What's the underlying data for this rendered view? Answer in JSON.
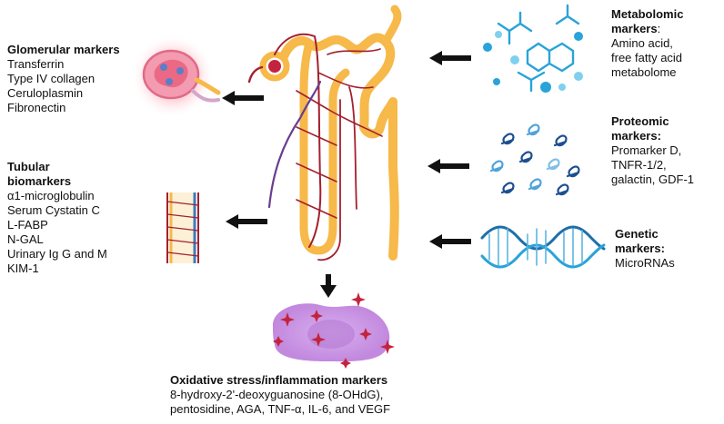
{
  "glomerular": {
    "title": "Glomerular markers",
    "items": [
      "Transferrin",
      "Type IV collagen",
      "Ceruloplasmin",
      "Fibronectin"
    ]
  },
  "tubular": {
    "title_line1": "Tubular",
    "title_line2": "biomarkers",
    "items": [
      "α1-microglobulin",
      "Serum Cystatin C",
      "L-FABP",
      "N-GAL",
      "Urinary Ig G and M",
      "KIM-1"
    ]
  },
  "metabolomic": {
    "title_line1": "Metabolomic",
    "title_line2": "markers",
    "title_colon": ":",
    "items": [
      "Amino acid,",
      "free fatty acid",
      "metabolome"
    ]
  },
  "proteomic": {
    "title_line1": "Proteomic",
    "title_line2": "markers:",
    "items": [
      "Promarker D,",
      "TNFR-1/2,",
      "galactin, GDF-1"
    ]
  },
  "genetic": {
    "title_line1": "Genetic",
    "title_line2": "markers:",
    "items": [
      "MicroRNAs"
    ]
  },
  "oxidative": {
    "title": "Oxidative stress/inflammation markers",
    "line1": "8-hydroxy-2'-deoxyguanosine (8-OHdG),",
    "line2": "pentosidine, AGA, TNF-α, IL-6, and VEGF"
  },
  "colors": {
    "tubule": "#f6b94a",
    "vessel": "#a3202e",
    "vein": "#6a3d8f",
    "glomerulus": "#e56a7a",
    "cell": "#c996e0",
    "star": "#c4233d",
    "dna": "#1f6fa8",
    "metabolite": "#2aa3d9",
    "protein": "#1d4f91"
  }
}
